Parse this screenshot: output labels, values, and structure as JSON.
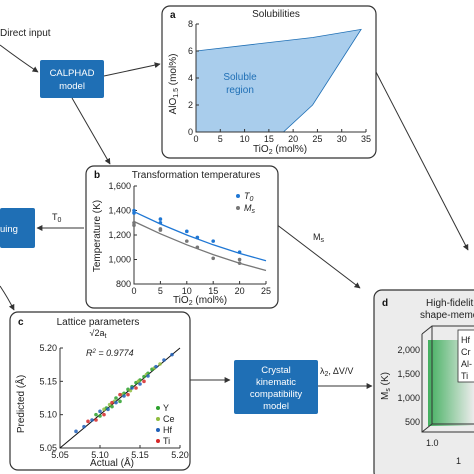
{
  "inputs": {
    "direct_input": "Direct input",
    "calphad": [
      "CALPHAD",
      "model"
    ],
    "left_box": "uing",
    "crystal_model": [
      "Crystal",
      "kinematic",
      "compatibility",
      "model"
    ]
  },
  "arrows": {
    "t0": "T",
    "t0_sub": "0",
    "ms": "M",
    "ms_sub": "s",
    "lambda": "λ",
    "lambda_sub": "2",
    "lambda_rest": ", ΔV/V"
  },
  "panel_a": {
    "letter": "a",
    "title": "Solubilities",
    "region_label": [
      "Soluble",
      "region"
    ],
    "fill_color": "#a9cdec",
    "chart_data": {
      "type": "area",
      "xlabel": "TiO",
      "xlabel_sub": "2",
      "xlabel_unit": " (mol%)",
      "ylabel": "AlO",
      "ylabel_sub": "1.5",
      "ylabel_unit": " (mol%)",
      "xlim": [
        0,
        35
      ],
      "ylim": [
        0,
        8
      ],
      "xticks": [
        "0",
        "5",
        "10",
        "15",
        "20",
        "25",
        "30",
        "35"
      ],
      "yticks": [
        "0",
        "2",
        "4",
        "6",
        "8"
      ],
      "polygon": [
        [
          0,
          6.0
        ],
        [
          24,
          7.0
        ],
        [
          34,
          7.6
        ],
        [
          24,
          2.0
        ],
        [
          18,
          0
        ],
        [
          0,
          0
        ]
      ]
    }
  },
  "panel_b": {
    "letter": "b",
    "title": "Transformation temperatures",
    "legend": [
      {
        "name": "T",
        "sub": "0",
        "color": "#1f77d4"
      },
      {
        "name": "M",
        "sub": "s",
        "color": "#777777"
      }
    ],
    "chart_data": {
      "type": "scatter",
      "xlabel": "TiO",
      "xlabel_sub": "2",
      "xlabel_unit": " (mol%)",
      "ylabel": "Temperature (K)",
      "xlim": [
        0,
        25
      ],
      "ylim": [
        800,
        1600
      ],
      "xticks": [
        "0",
        "5",
        "10",
        "15",
        "20",
        "25"
      ],
      "yticks": [
        "800",
        "1,000",
        "1,200",
        "1,400",
        "1,600"
      ],
      "series": [
        {
          "name": "T0",
          "color": "#1f77d4",
          "points": [
            [
              0,
              1400
            ],
            [
              0,
              1380
            ],
            [
              5,
              1330
            ],
            [
              5,
              1300
            ],
            [
              10,
              1230
            ],
            [
              12,
              1180
            ],
            [
              15,
              1150
            ],
            [
              20,
              1060
            ]
          ],
          "fit": [
            [
              0,
              1390
            ],
            [
              5,
              1290
            ],
            [
              10,
              1200
            ],
            [
              15,
              1120
            ],
            [
              20,
              1050
            ],
            [
              25,
              990
            ]
          ]
        },
        {
          "name": "Ms",
          "color": "#777777",
          "points": [
            [
              0,
              1300
            ],
            [
              0,
              1280
            ],
            [
              5,
              1250
            ],
            [
              5,
              1240
            ],
            [
              10,
              1150
            ],
            [
              12,
              1100
            ],
            [
              15,
              1010
            ],
            [
              20,
              1000
            ],
            [
              20,
              970
            ]
          ],
          "fit": [
            [
              0,
              1310
            ],
            [
              5,
              1210
            ],
            [
              10,
              1120
            ],
            [
              15,
              1040
            ],
            [
              20,
              970
            ],
            [
              25,
              910
            ]
          ]
        }
      ]
    }
  },
  "panel_c": {
    "letter": "c",
    "title": "Lattice parameters",
    "subtitle": "√2a",
    "subtitle_sub": "t",
    "r2": "R",
    "r2_sup": "2",
    "r2_value": " = 0.9774",
    "legend": [
      {
        "name": "Y",
        "color": "#2ca02c"
      },
      {
        "name": "Ce",
        "color": "#8fbc3f"
      },
      {
        "name": "Hf",
        "color": "#1f5fb8"
      },
      {
        "name": "Ti",
        "color": "#d62728"
      }
    ],
    "chart_data": {
      "type": "scatter",
      "xlabel": "Actual (Å)",
      "ylabel": "Predicted (Å)",
      "xlim": [
        5.05,
        5.2
      ],
      "ylim": [
        5.05,
        5.2
      ],
      "xticks": [
        "5.05",
        "5.10",
        "5.15",
        "5.20"
      ],
      "yticks": [
        "5.05",
        "5.10",
        "5.15",
        "5.20"
      ],
      "fit_line": [
        [
          5.05,
          5.05
        ],
        [
          5.2,
          5.2
        ]
      ],
      "series": [
        {
          "name": "Y",
          "color": "#2ca02c",
          "points": [
            [
              5.095,
              5.1
            ],
            [
              5.1,
              5.098
            ],
            [
              5.108,
              5.11
            ],
            [
              5.115,
              5.112
            ],
            [
              5.12,
              5.125
            ],
            [
              5.125,
              5.12
            ],
            [
              5.13,
              5.132
            ],
            [
              5.135,
              5.138
            ],
            [
              5.14,
              5.142
            ],
            [
              5.145,
              5.148
            ],
            [
              5.15,
              5.152
            ],
            [
              5.155,
              5.157
            ],
            [
              5.16,
              5.162
            ],
            [
              5.165,
              5.168
            ]
          ]
        },
        {
          "name": "Ce",
          "color": "#8fbc3f",
          "points": [
            [
              5.105,
              5.108
            ],
            [
              5.112,
              5.115
            ],
            [
              5.118,
              5.12
            ],
            [
              5.128,
              5.13
            ],
            [
              5.138,
              5.136
            ],
            [
              5.148,
              5.15
            ],
            [
              5.158,
              5.16
            ],
            [
              5.168,
              5.17
            ],
            [
              5.175,
              5.176
            ]
          ]
        },
        {
          "name": "Hf",
          "color": "#1f5fb8",
          "points": [
            [
              5.07,
              5.075
            ],
            [
              5.08,
              5.082
            ],
            [
              5.09,
              5.092
            ],
            [
              5.1,
              5.105
            ],
            [
              5.11,
              5.108
            ],
            [
              5.12,
              5.118
            ],
            [
              5.13,
              5.128
            ],
            [
              5.14,
              5.14
            ],
            [
              5.15,
              5.146
            ],
            [
              5.16,
              5.158
            ],
            [
              5.17,
              5.172
            ],
            [
              5.18,
              5.182
            ],
            [
              5.19,
              5.19
            ]
          ]
        },
        {
          "name": "Ti",
          "color": "#d62728",
          "points": [
            [
              5.085,
              5.09
            ],
            [
              5.095,
              5.092
            ],
            [
              5.105,
              5.1
            ],
            [
              5.115,
              5.118
            ],
            [
              5.125,
              5.13
            ],
            [
              5.135,
              5.13
            ],
            [
              5.145,
              5.14
            ],
            [
              5.155,
              5.15
            ]
          ]
        }
      ]
    }
  },
  "panel_d": {
    "letter": "d",
    "title": [
      "High-fidelit",
      "shape-memo"
    ],
    "ylabel": "M",
    "ylabel_sub": "s",
    "ylabel_unit": " (K)",
    "yticks": [
      "2,000",
      "1,500",
      "1,000",
      "500"
    ],
    "xticks": [
      "1.0",
      "1"
    ],
    "labels": [
      {
        "text": "Hf",
        "color": "#c0392b"
      },
      {
        "text": "Cr",
        "color": "#c0392b"
      },
      {
        "text": "Al-",
        "color": "#555555"
      },
      {
        "text": "Ti",
        "color": "#1f77d4"
      }
    ]
  }
}
